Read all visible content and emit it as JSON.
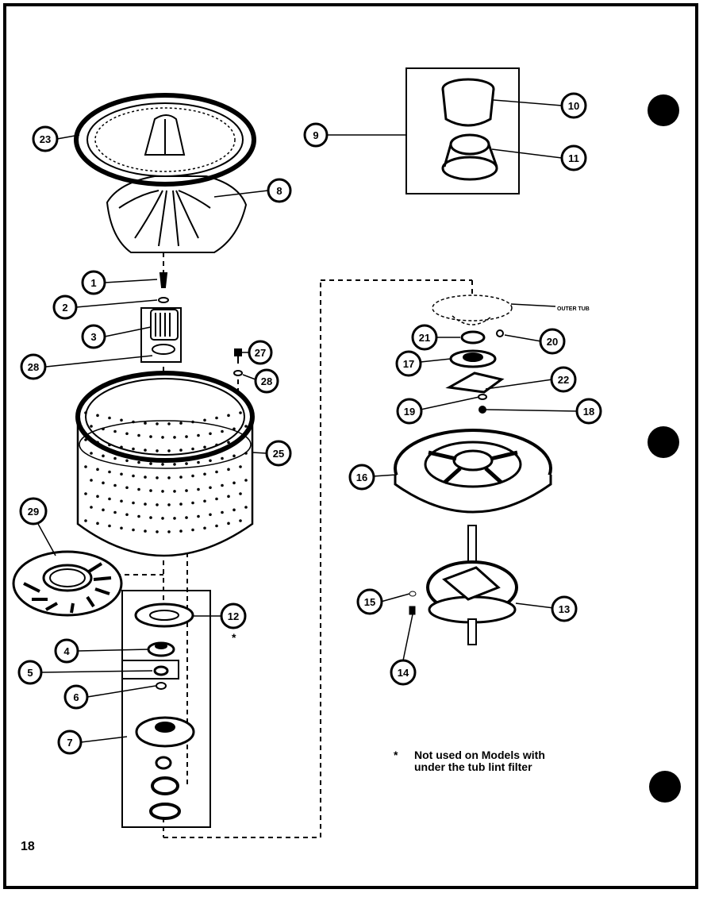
{
  "page_number": "18",
  "note": {
    "symbol": "*",
    "line1": "Not used on Models with",
    "line2": "under the tub lint filter"
  },
  "outer_tub_label": "OUTER TUB",
  "asterisk_marker": "*",
  "callouts": [
    "1",
    "2",
    "3",
    "28",
    "23",
    "8",
    "9",
    "10",
    "11",
    "27",
    "28",
    "25",
    "29",
    "12",
    "4",
    "5",
    "6",
    "7",
    "21",
    "20",
    "17",
    "22",
    "19",
    "18",
    "16",
    "15",
    "13",
    "14"
  ]
}
